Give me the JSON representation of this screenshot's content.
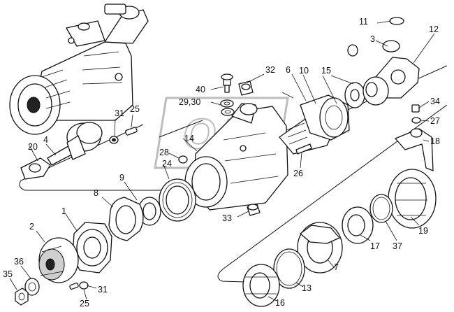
{
  "labels": {
    "p1": "1",
    "p2": "2",
    "p3": "3",
    "p4": "4",
    "p6": "6",
    "p7": "7",
    "p8": "8",
    "p9": "9",
    "p10": "10",
    "p11": "11",
    "p12": "12",
    "p13": "13",
    "p14": "14",
    "p15": "15",
    "p16": "16",
    "p17": "17",
    "p18": "18",
    "p19": "19",
    "p20": "20",
    "p24": "24",
    "p25a": "25",
    "p25b": "25",
    "p26": "26",
    "p27": "27",
    "p28": "28",
    "p2930": "29,30",
    "p31a": "31",
    "p31b": "31",
    "p32": "32",
    "p33": "33",
    "p34": "34",
    "p35": "35",
    "p36": "36",
    "p37": "37",
    "p40": "40"
  },
  "watermark": "ОДВ",
  "colors": {
    "ink": "#111111",
    "paper": "#ffffff",
    "watermark": "#bdbdbd"
  }
}
